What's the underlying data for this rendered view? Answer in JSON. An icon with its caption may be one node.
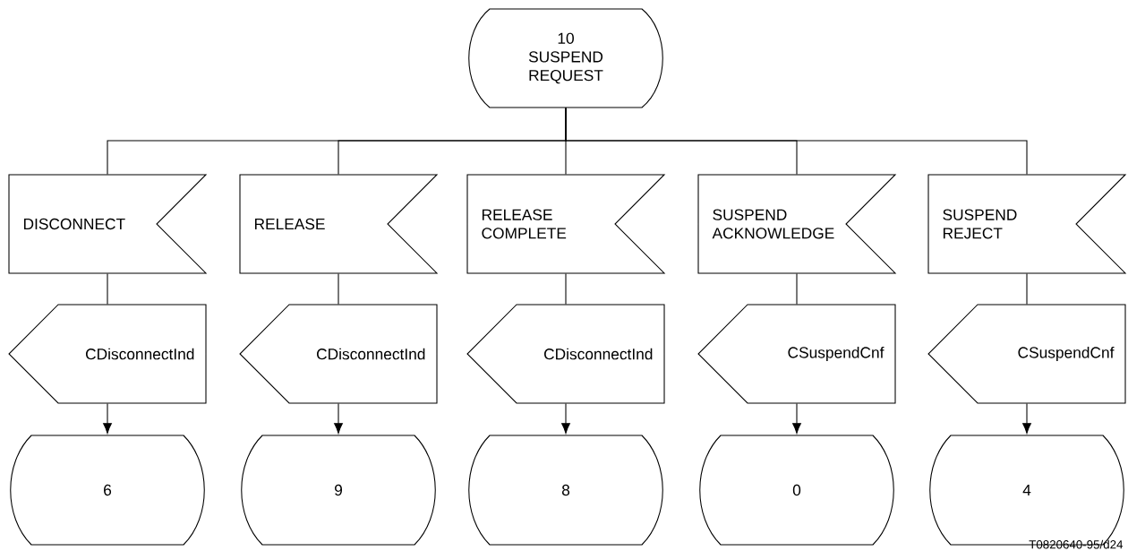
{
  "diagram": {
    "nodes": [
      {
        "text": [
          "10 SUSPEND REQUEST"
        ]
      },
      {
        "text": [
          "DISCONNECT"
        ]
      },
      {
        "text": [
          "RELEASE"
        ]
      },
      {
        "text": [
          "RELEASE COMPLETE"
        ]
      },
      {
        "text": [
          "SUSPEND ACKNOWLEDGE"
        ]
      },
      {
        "text": [
          "SUSPEND REJECT"
        ]
      },
      {
        "text": [
          "CDisconnectInd"
        ]
      },
      {
        "text": [
          "CDisconnectInd"
        ]
      },
      {
        "text": [
          "CDisconnectInd"
        ]
      },
      {
        "text": [
          "CSuspendCnf"
        ]
      },
      {
        "text": [
          "CSuspendCnf"
        ]
      },
      {
        "text": [
          "6"
        ]
      },
      {
        "text": [
          "9"
        ]
      },
      {
        "text": [
          "8"
        ]
      },
      {
        "text": [
          "0"
        ]
      },
      {
        "text": [
          "4"
        ]
      }
    ],
    "edges": [
      {
        "from": 0,
        "to": 1,
        "arrow": "none"
      },
      {
        "from": 0,
        "to": 2,
        "arrow": "none"
      },
      {
        "from": 0,
        "to": 3,
        "arrow": "none"
      },
      {
        "from": 0,
        "to": 4,
        "arrow": "none"
      },
      {
        "from": 0,
        "to": 5,
        "arrow": "none"
      },
      {
        "from": 1,
        "to": 6,
        "arrow": "none"
      },
      {
        "from": 2,
        "to": 7,
        "arrow": "none"
      },
      {
        "from": 3,
        "to": 8,
        "arrow": "none"
      },
      {
        "from": 4,
        "to": 9,
        "arrow": "none"
      },
      {
        "from": 5,
        "to": 10,
        "arrow": "none"
      },
      {
        "from": 6,
        "to": 11,
        "arrow": "to"
      },
      {
        "from": 7,
        "to": 12,
        "arrow": "to"
      },
      {
        "from": 8,
        "to": 13,
        "arrow": "to"
      },
      {
        "from": 9,
        "to": 14,
        "arrow": "to"
      },
      {
        "from": 10,
        "to": 15,
        "arrow": "to"
      }
    ],
    "labels": [
      "T0820640-95/d24"
    ]
  }
}
